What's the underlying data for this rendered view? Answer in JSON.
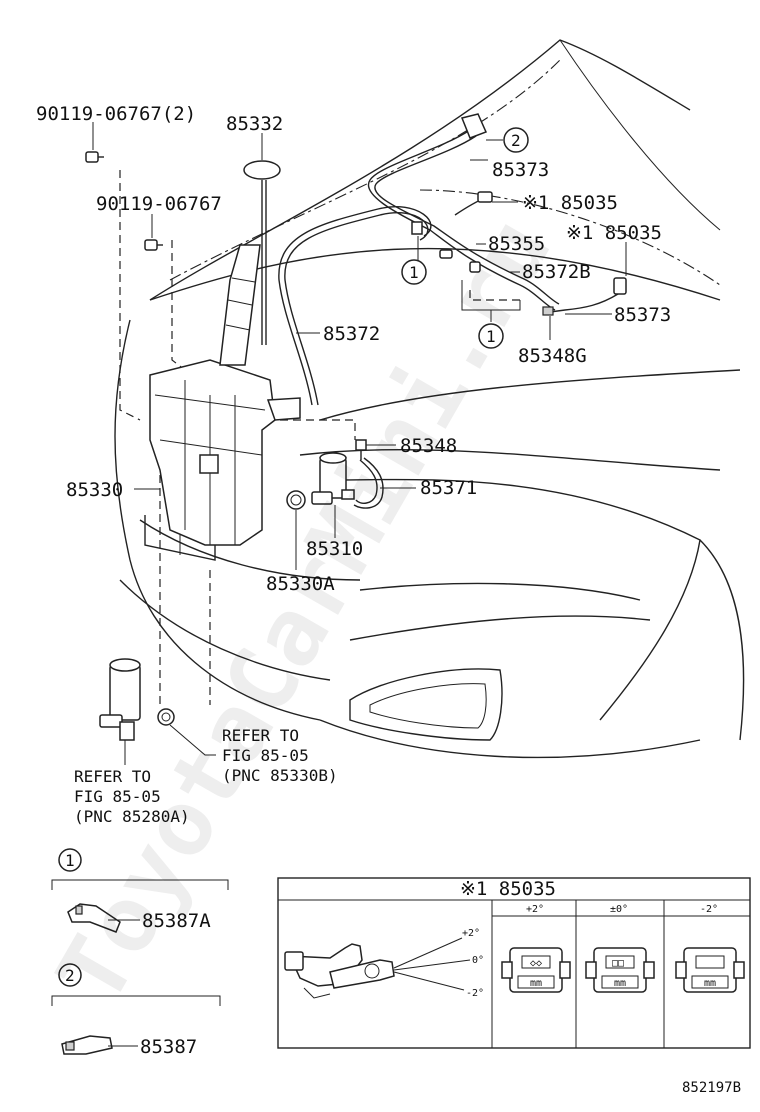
{
  "labels": {
    "p90119_2": "90119-06767(2)",
    "p90119": "90119-06767",
    "p85332": "85332",
    "p85372": "85372",
    "p85330": "85330",
    "p85348": "85348",
    "p85371": "85371",
    "p85310": "85310",
    "p85330A": "85330A",
    "p85373_top": "85373",
    "p85035_a": "※1 85035",
    "p85035_b": "※1 85035",
    "p85355": "85355",
    "p85372B": "85372B",
    "p85373_right": "85373",
    "p85348G": "85348G",
    "p85387A": "85387A",
    "p85387": "85387"
  },
  "callouts": {
    "one": "1",
    "two": "2"
  },
  "references": {
    "left": [
      "REFER TO",
      "FIG 85-05",
      "(PNC 85280A)"
    ],
    "right": [
      "REFER TO",
      "FIG 85-05",
      "(PNC 85330B)"
    ]
  },
  "inset": {
    "title": "※1 85035",
    "columns": [
      "+2°",
      "±0°",
      "-2°"
    ],
    "angles": [
      "+2°",
      "0°",
      "-2°"
    ],
    "marks": [
      "◇◇",
      "□□",
      "mm",
      "mm",
      "mm"
    ]
  },
  "diagram_code": "852197B",
  "watermark": "ToyotaCarMini.ru"
}
